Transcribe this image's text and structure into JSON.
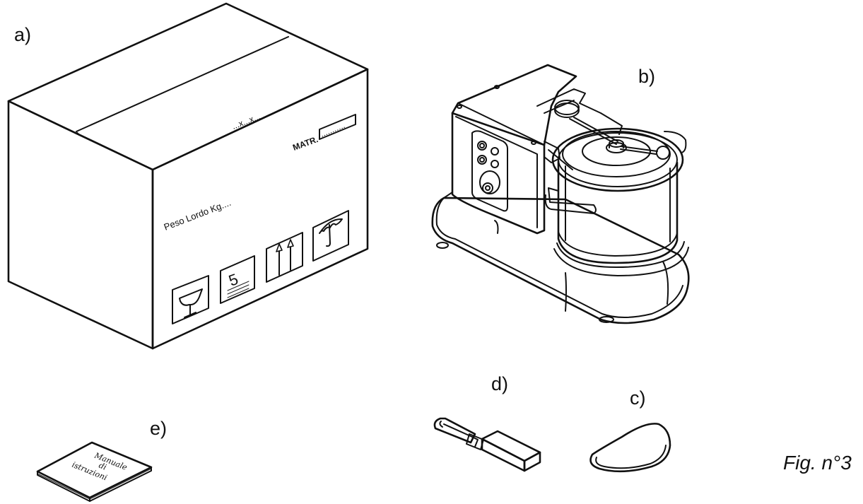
{
  "labels": {
    "a": "a)",
    "b": "b)",
    "c": "c)",
    "d": "d)",
    "e": "e)"
  },
  "caption": "Fig. n°3",
  "box_markings": {
    "dimensions": "...x...x...",
    "serial_label": "MATR.",
    "serial_value": "...........",
    "gross_weight": "Peso Lordo Kg....",
    "stack_limit": "5"
  },
  "manual_title": {
    "line1": "Manuale",
    "line2": "di",
    "line3": "istruzioni"
  }
}
